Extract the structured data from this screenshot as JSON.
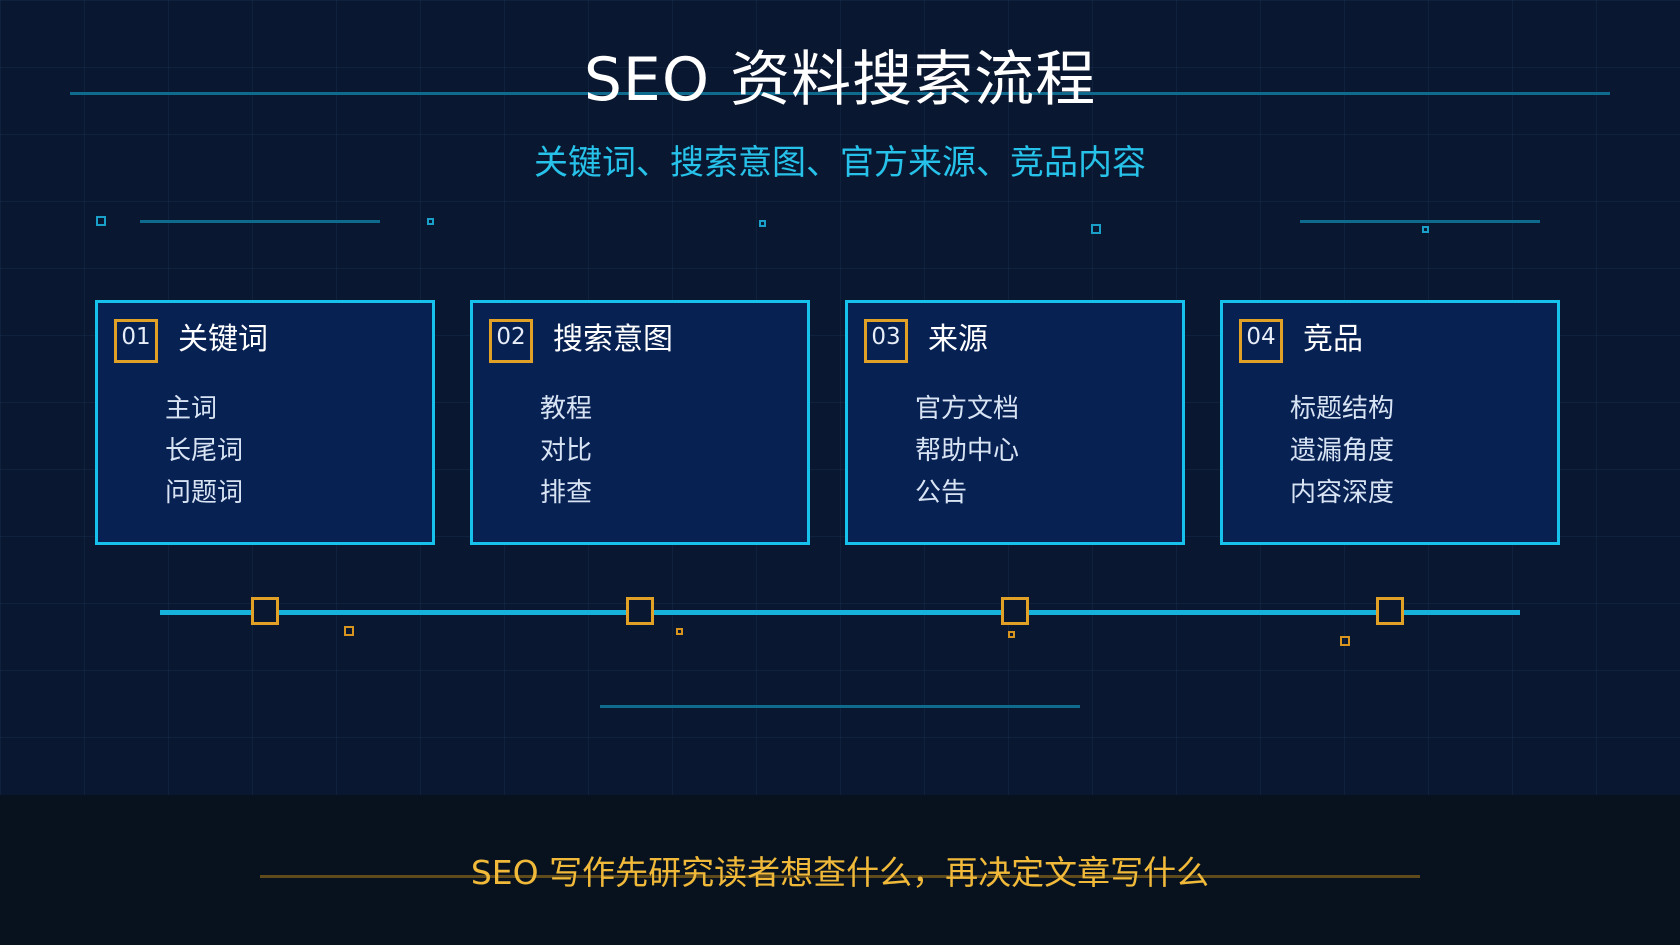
{
  "title": "SEO 资料搜索流程",
  "subtitle": "关键词、搜索意图、官方来源、竞品内容",
  "steps": [
    {
      "number": "01",
      "heading": "关键词",
      "items": [
        "主词",
        "长尾词",
        "问题词"
      ]
    },
    {
      "number": "02",
      "heading": "搜索意图",
      "items": [
        "教程",
        "对比",
        "排查"
      ]
    },
    {
      "number": "03",
      "heading": "来源",
      "items": [
        "官方文档",
        "帮助中心",
        "公告"
      ]
    },
    {
      "number": "04",
      "heading": "竞品",
      "items": [
        "标题结构",
        "遗漏角度",
        "内容深度"
      ]
    }
  ],
  "footer": "SEO 写作先研究读者想查什么，再决定文章写什么",
  "colors": {
    "background": "#0a1730",
    "card_fill": "#072153",
    "card_border": "#16c1ec",
    "accent_orange": "#e0a126",
    "subtitle": "#27c2ea",
    "footer_text": "#f0b93a"
  }
}
